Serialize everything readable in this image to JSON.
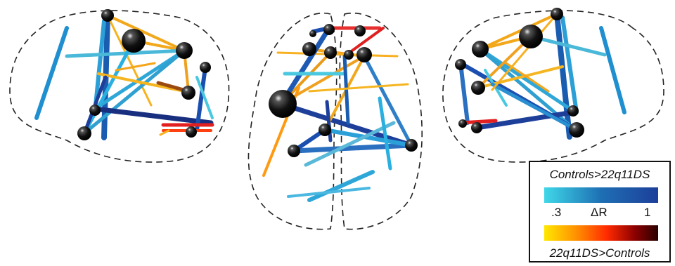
{
  "legend": {
    "top_label": "Controls>22q11DS",
    "bottom_label": "22q11DS>Controls",
    "tick_low": ".3",
    "tick_mid": "ΔR",
    "tick_high": "1",
    "colors": {
      "controls_gt_patients_low": "#3fd8e8",
      "controls_gt_patients_high": "#1d3f9a",
      "patients_gt_controls_low": "#ffe800",
      "patients_gt_controls_high": "#2a0000"
    }
  },
  "views": [
    "left-lateral",
    "top-axial",
    "right-lateral"
  ]
}
